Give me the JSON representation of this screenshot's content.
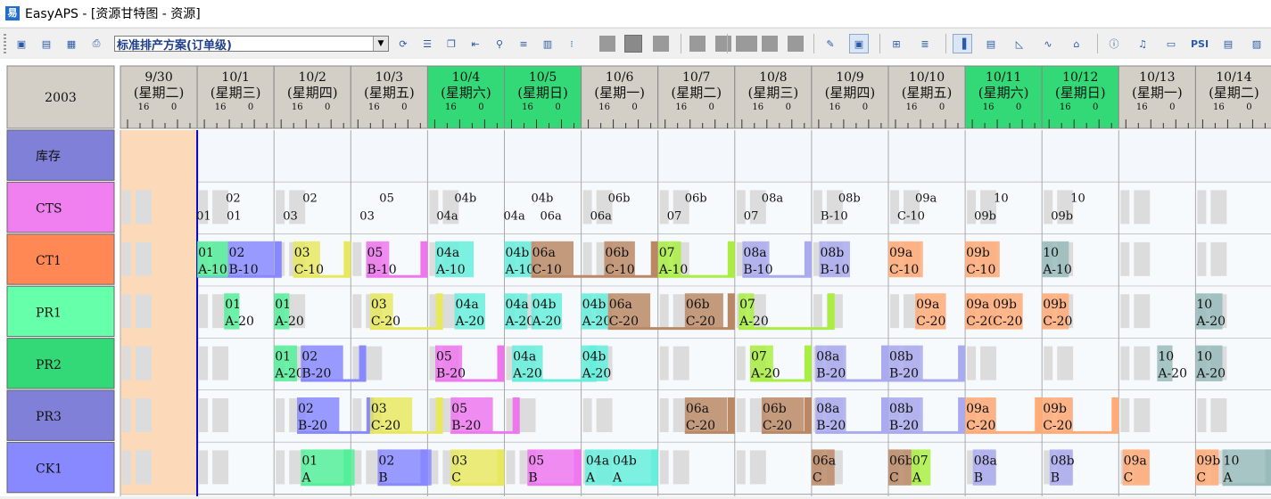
{
  "window": {
    "title": "EasyAPS - [资源甘特图 - 资源]",
    "icon": "easyaps-logo-icon"
  },
  "toolbar": {
    "plan_value": "标准排产方案(订单级)",
    "buttons_left": [
      "save-icon",
      "print-icon",
      "preview-icon",
      "printer-icon"
    ],
    "buttons_right": [
      "refresh-icon",
      "list-icon",
      "copy-icon",
      "indent-icon",
      "filter-icon",
      "align-icon",
      "report-icon",
      "plot-icon"
    ],
    "buttons_right2": [
      "edit-icon",
      "layout-icon",
      "grid-icon",
      "align-left-icon",
      "chart-icon",
      "bars-icon",
      "area-chart-icon",
      "line-chart-icon",
      "home-icon",
      "info-icon",
      "bell-icon",
      "form-icon",
      "psi-icon",
      "sheet-icon",
      "image-icon"
    ],
    "psi_label": "PSI"
  },
  "gantt": {
    "year": "2003",
    "tick_labels": [
      "16",
      "0"
    ],
    "dates": [
      {
        "date": "9/30",
        "weekday": "(星期二)",
        "weekend": false
      },
      {
        "date": "10/1",
        "weekday": "(星期三)",
        "weekend": false
      },
      {
        "date": "10/2",
        "weekday": "(星期四)",
        "weekend": false
      },
      {
        "date": "10/3",
        "weekday": "(星期五)",
        "weekend": false
      },
      {
        "date": "10/4",
        "weekday": "(星期六)",
        "weekend": true
      },
      {
        "date": "10/5",
        "weekday": "(星期日)",
        "weekend": true
      },
      {
        "date": "10/6",
        "weekday": "(星期一)",
        "weekend": false
      },
      {
        "date": "10/7",
        "weekday": "(星期二)",
        "weekend": false
      },
      {
        "date": "10/8",
        "weekday": "(星期三)",
        "weekend": false
      },
      {
        "date": "10/9",
        "weekday": "(星期四)",
        "weekend": false
      },
      {
        "date": "10/10",
        "weekday": "(星期五)",
        "weekend": false
      },
      {
        "date": "10/11",
        "weekday": "(星期六)",
        "weekend": true
      },
      {
        "date": "10/12",
        "weekday": "(星期日)",
        "weekend": true
      },
      {
        "date": "10/13",
        "weekday": "(星期一)",
        "weekend": false
      },
      {
        "date": "10/14",
        "weekday": "(星期二)",
        "weekend": false
      }
    ],
    "resources": [
      {
        "name": "库存",
        "color": "#8080d8"
      },
      {
        "name": "CTS",
        "color": "#f080f0"
      },
      {
        "name": "CT1",
        "color": "#ff8855"
      },
      {
        "name": "PR1",
        "color": "#66ffaa"
      },
      {
        "name": "PR2",
        "color": "#33d977"
      },
      {
        "name": "PR3",
        "color": "#8080d8"
      },
      {
        "name": "CK1",
        "color": "#8888ff"
      }
    ],
    "order_colors": {
      "01": "#55ee99",
      "02": "#8888ff",
      "03": "#e8e860",
      "04": "#66eedd",
      "05": "#ee77ee",
      "06": "#bb8866",
      "07": "#aaee44",
      "08": "#aaaaee",
      "09": "#ffaa77",
      "10": "#99bbbb"
    },
    "rows": {
      "CTS": [
        {
          "day": 1,
          "top": "02",
          "bottom": "01"
        },
        {
          "day": 1,
          "bottom": "01",
          "prefix": true
        },
        {
          "day": 2,
          "top": "02",
          "bottom": "03"
        },
        {
          "day": 3,
          "top": "05",
          "bottom": "03"
        },
        {
          "day": 4,
          "top": "04b",
          "bottom": "04a"
        },
        {
          "day": 5,
          "top": "04b",
          "bottom": "06a",
          "prefix": "04a"
        },
        {
          "day": 6,
          "top": "06b",
          "bottom": "06a"
        },
        {
          "day": 7,
          "top": "06b",
          "bottom": "07"
        },
        {
          "day": 8,
          "top": "08a",
          "bottom": "07"
        },
        {
          "day": 9,
          "top": "08b",
          "bottom": "B-10"
        },
        {
          "day": 10,
          "top": "09a",
          "bottom": "C-10"
        },
        {
          "day": 11,
          "top": "10",
          "bottom": "09b"
        },
        {
          "day": 12,
          "top": "10",
          "bottom": "09b"
        }
      ],
      "CT1": [
        {
          "code": "01",
          "op": "A-10",
          "start": 1.0,
          "len": 0.4,
          "line": "02",
          "lineEnd": 2.1
        },
        {
          "code": "02",
          "op": "B-10",
          "start": 1.4,
          "len": 0.6
        },
        {
          "code": "03",
          "op": "C-10",
          "start": 2.25,
          "len": 0.35,
          "line": "03",
          "lineEnd": 3.0
        },
        {
          "code": "05",
          "op": "B-10",
          "start": 3.2,
          "len": 0.3,
          "line": "05",
          "lineEnd": 4.0
        },
        {
          "code": "04a",
          "op": "A-10",
          "start": 4.1,
          "len": 0.5
        },
        {
          "code": "04b",
          "op": "A-10",
          "start": 5.0,
          "len": 0.35
        },
        {
          "code": "06a",
          "op": "C-10",
          "start": 5.35,
          "len": 0.55,
          "line": "06",
          "lineEnd": 7.0
        },
        {
          "code": "06b",
          "op": "C-10",
          "start": 6.3,
          "len": 0.4
        },
        {
          "code": "07",
          "op": "A-10",
          "start": 7.0,
          "len": 0.3,
          "line": "07",
          "lineEnd": 8.0
        },
        {
          "code": "08a",
          "op": "B-10",
          "start": 8.1,
          "len": 0.35,
          "line": "08",
          "lineEnd": 9.0
        },
        {
          "code": "08b",
          "op": "B-10",
          "start": 9.1,
          "len": 0.4
        },
        {
          "code": "09a",
          "op": "C-10",
          "start": 10.0,
          "len": 0.45
        },
        {
          "code": "09b",
          "op": "C-10",
          "start": 11.0,
          "len": 0.45
        },
        {
          "code": "10",
          "op": "A-10",
          "start": 12.0,
          "len": 0.35
        }
      ],
      "PR1": [
        {
          "code": "01",
          "op": "A-20",
          "start": 1.35,
          "len": 0.2
        },
        {
          "code": "01",
          "op": "A-20",
          "start": 2.0,
          "len": 0.2
        },
        {
          "code": "03",
          "op": "C-20",
          "start": 3.25,
          "len": 0.3,
          "line": "03",
          "lineEnd": 4.2
        },
        {
          "code": "04a",
          "op": "A-20",
          "start": 4.35,
          "len": 0.4
        },
        {
          "code": "04a",
          "op": "A-20",
          "start": 5.0,
          "len": 0.3
        },
        {
          "code": "04b",
          "op": "A-20",
          "start": 5.35,
          "len": 0.4
        },
        {
          "code": "04b",
          "op": "A-20",
          "start": 6.0,
          "len": 0.35
        },
        {
          "code": "06a",
          "op": "C-20",
          "start": 6.35,
          "len": 0.55,
          "line": "06",
          "lineEnd": 8.0
        },
        {
          "code": "06b",
          "op": "C-20",
          "start": 7.35,
          "len": 0.5
        },
        {
          "code": "07",
          "op": "A-20",
          "start": 8.05,
          "len": 0.2,
          "line": "07",
          "lineEnd": 9.3
        },
        {
          "code": "09a",
          "op": "C-20",
          "start": 10.35,
          "len": 0.4
        },
        {
          "code": "09a",
          "op": "C-20",
          "start": 11.0,
          "len": 0.35
        },
        {
          "code": "09b",
          "op": "C-20",
          "start": 11.35,
          "len": 0.4
        },
        {
          "code": "09b",
          "op": "C-20",
          "start": 12.0,
          "len": 0.35
        },
        {
          "code": "10",
          "op": "A-20",
          "start": 14.0,
          "len": 0.35
        }
      ],
      "PR2": [
        {
          "code": "01",
          "op": "A-20",
          "start": 2.0,
          "len": 0.3
        },
        {
          "code": "02",
          "op": "B-20",
          "start": 2.35,
          "len": 0.55,
          "line": "02",
          "lineEnd": 3.2
        },
        {
          "code": "05",
          "op": "B-20",
          "start": 4.1,
          "len": 0.35,
          "line": "05",
          "lineEnd": 5.0
        },
        {
          "code": "04a",
          "op": "A-20",
          "start": 5.1,
          "len": 0.4,
          "line": "04",
          "lineEnd": 6.2
        },
        {
          "code": "04b",
          "op": "A-20",
          "start": 6.0,
          "len": 0.35
        },
        {
          "code": "07",
          "op": "A-20",
          "start": 8.2,
          "len": 0.3,
          "line": "07",
          "lineEnd": 9.0
        },
        {
          "code": "08a",
          "op": "B-20",
          "start": 9.05,
          "len": 0.4,
          "line": "08",
          "lineEnd": 10.0
        },
        {
          "code": "08b",
          "op": "B-20",
          "start": 10.0,
          "len": 0.45,
          "line": "08",
          "lineEnd": 11.0
        },
        {
          "code": "10",
          "op": "A-20",
          "start": 13.5,
          "len": 0.2
        },
        {
          "code": "10",
          "op": "A-20",
          "start": 14.0,
          "len": 0.35
        }
      ],
      "PR3": [
        {
          "code": "02",
          "op": "B-20",
          "start": 2.3,
          "len": 0.55,
          "line": "02",
          "lineEnd": 3.3
        },
        {
          "code": "03",
          "op": "C-20",
          "start": 3.25,
          "len": 0.55,
          "line": "03",
          "lineEnd": 4.2
        },
        {
          "code": "05",
          "op": "B-20",
          "start": 4.3,
          "len": 0.55,
          "line": "05",
          "lineEnd": 5.2
        },
        {
          "code": "06a",
          "op": "C-20",
          "start": 7.35,
          "len": 0.55,
          "line": "06",
          "lineEnd": 8.0
        },
        {
          "code": "06b",
          "op": "C-20",
          "start": 8.35,
          "len": 0.55,
          "line": "06",
          "lineEnd": 9.0
        },
        {
          "code": "08a",
          "op": "B-20",
          "start": 9.05,
          "len": 0.4,
          "line": "08",
          "lineEnd": 10.0
        },
        {
          "code": "08b",
          "op": "B-20",
          "start": 10.0,
          "len": 0.45,
          "line": "08",
          "lineEnd": 11.0
        },
        {
          "code": "09a",
          "op": "C-20",
          "start": 11.0,
          "len": 0.4,
          "line": "09",
          "lineEnd": 12.0
        },
        {
          "code": "09b",
          "op": "C-20",
          "start": 12.0,
          "len": 0.4,
          "line": "09",
          "lineEnd": 13.0
        }
      ],
      "CK1": [
        {
          "code": "01",
          "op": "A",
          "start": 2.35,
          "len": 0.7,
          "line": "01",
          "lineEnd": 3.0
        },
        {
          "code": "02",
          "op": "B",
          "start": 3.35,
          "len": 0.7,
          "line": "02",
          "lineEnd": 4.0
        },
        {
          "code": "03",
          "op": "C",
          "start": 4.3,
          "len": 0.7,
          "line": "03",
          "lineEnd": 5.0
        },
        {
          "code": "05",
          "op": "B",
          "start": 5.3,
          "len": 0.7,
          "line": "05",
          "lineEnd": 6.0
        },
        {
          "code": "04a",
          "op": "A",
          "start": 6.05,
          "len": 0.35
        },
        {
          "code": "04b",
          "op": "A",
          "start": 6.4,
          "len": 0.6,
          "line": "04",
          "lineEnd": 7.0
        },
        {
          "code": "06a",
          "op": "C",
          "start": 9.0,
          "len": 0.3
        },
        {
          "code": "06b",
          "op": "C",
          "start": 10.0,
          "len": 0.3
        },
        {
          "code": "07",
          "op": "A",
          "start": 10.3,
          "len": 0.25
        },
        {
          "code": "08a",
          "op": "B",
          "start": 11.1,
          "len": 0.3
        },
        {
          "code": "08b",
          "op": "B",
          "start": 12.1,
          "len": 0.3
        },
        {
          "code": "09a",
          "op": "C",
          "start": 13.05,
          "len": 0.35
        },
        {
          "code": "09b",
          "op": "C",
          "start": 14.0,
          "len": 0.3
        },
        {
          "code": "10",
          "op": "A",
          "start": 14.35,
          "len": 0.6,
          "line": "10",
          "lineEnd": 15.0
        }
      ]
    }
  }
}
